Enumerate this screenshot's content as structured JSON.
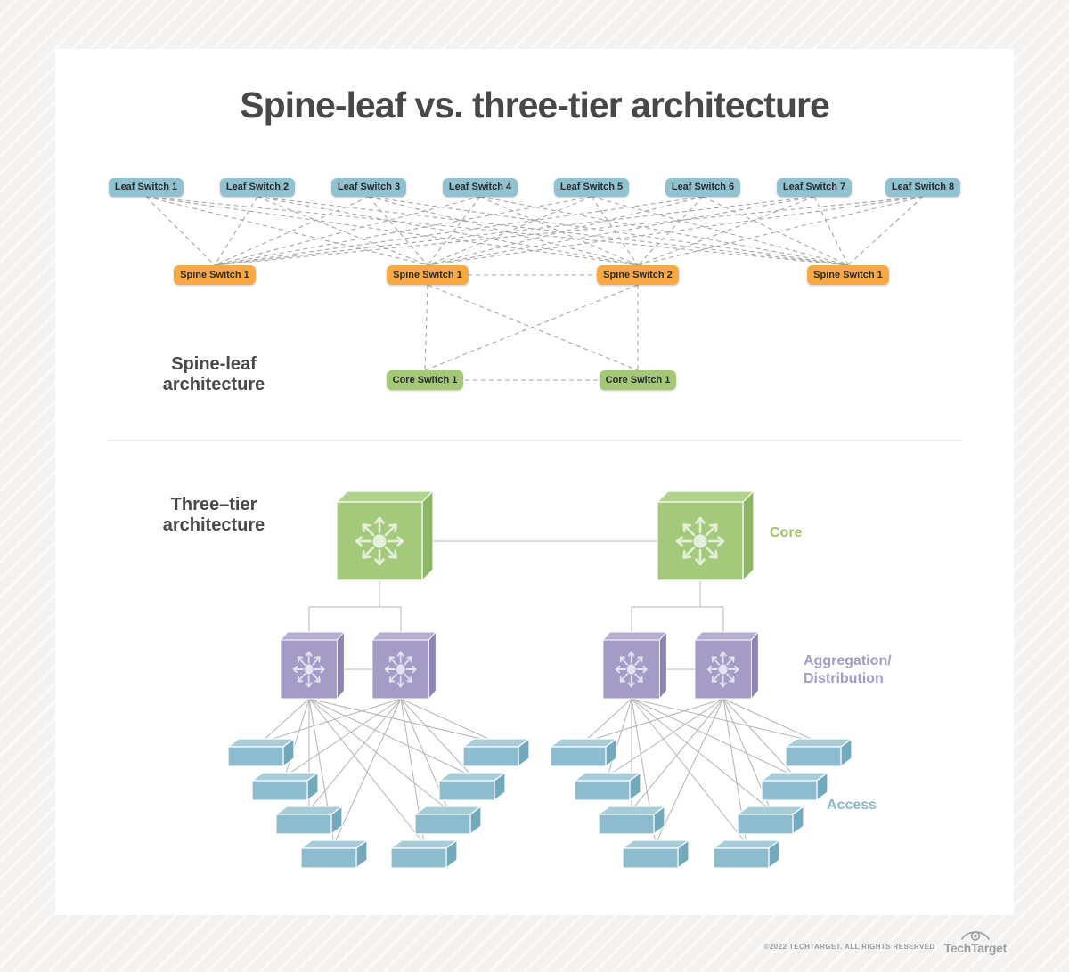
{
  "title": "Spine-leaf vs. three-tier architecture",
  "spine_leaf": {
    "section_label_line1": "Spine-leaf",
    "section_label_line2": "architecture",
    "leaf_switches": [
      "Leaf Switch 1",
      "Leaf Switch 2",
      "Leaf Switch 3",
      "Leaf Switch 4",
      "Leaf Switch 5",
      "Leaf Switch 6",
      "Leaf Switch 7",
      "Leaf Switch 8"
    ],
    "spine_switches": [
      "Spine Switch 1",
      "Spine Switch 1",
      "Spine Switch 2",
      "Spine Switch 1"
    ],
    "core_switches": [
      "Core Switch 1",
      "Core Switch 1"
    ]
  },
  "three_tier": {
    "section_label_line1": "Three–tier",
    "section_label_line2": "architecture",
    "labels": {
      "core": "Core",
      "aggregation_line1": "Aggregation/",
      "aggregation_line2": "Distribution",
      "access": "Access"
    }
  },
  "colors": {
    "leaf": "#92c2cf",
    "spine": "#f9a943",
    "core_pill": "#a5c878",
    "core_label": "#9cc468",
    "aggregation_label": "#a49bc6",
    "access_label": "#88b7c8"
  },
  "footer": {
    "copyright": "©2022 TECHTARGET. ALL RIGHTS RESERVED",
    "brand": "TechTarget"
  }
}
